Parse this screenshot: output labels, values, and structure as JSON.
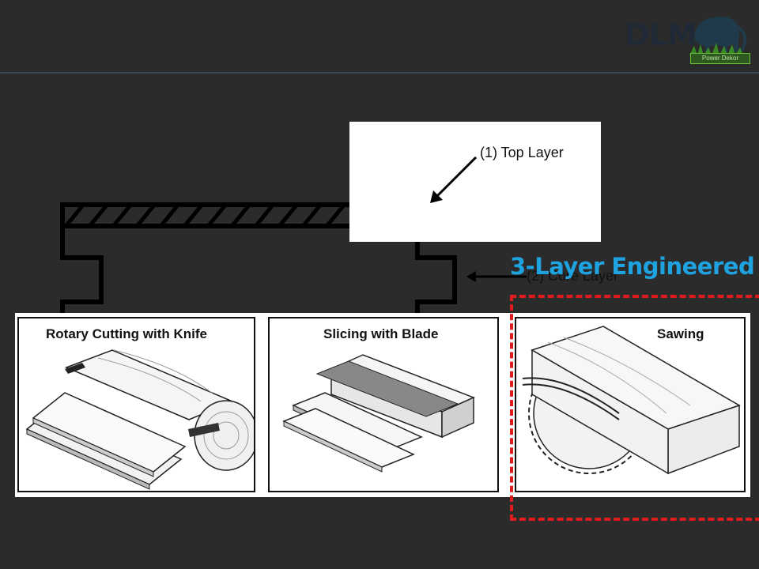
{
  "logo": {
    "text": "DLM",
    "caption": "Power Dekor",
    "icon": "elephant-icon"
  },
  "diagram": {
    "top_layer_label": "(1) Top Layer",
    "core_layer_label": "(2) Core Layer"
  },
  "title": "3-Layer Engineered",
  "panels": [
    {
      "title": "Rotary Cutting with Knife"
    },
    {
      "title": "Slicing with Blade"
    },
    {
      "title": "Sawing"
    }
  ],
  "colors": {
    "background": "#2b2b2b",
    "title": "#1fa3e0",
    "highlight": "#e01b1b"
  }
}
